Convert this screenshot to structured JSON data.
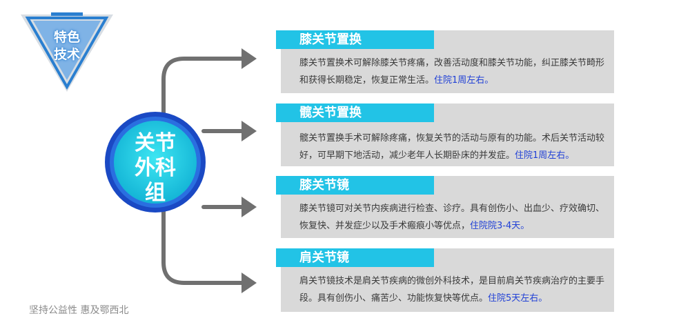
{
  "badge": {
    "line1": "特色",
    "line2": "技术"
  },
  "hub": {
    "line1": "关节",
    "line2": "外科",
    "line3": "组"
  },
  "items": [
    {
      "title": "膝关节置换",
      "desc": "膝关节置换术可解除膝关节疼痛，改善活动度和膝关节功能，纠正膝关节畸形和获得长期稳定，恢复正常生活。",
      "highlight": "住院1周左右。"
    },
    {
      "title": "髋关节置换",
      "desc": "髋关节置换手术可解除疼痛，恢复关节的活动与原有的功能。术后关节活动较好，可早期下地活动，减少老年人长期卧床的并发症。",
      "highlight": "住院1周左右。"
    },
    {
      "title": "膝关节镜",
      "desc": "膝关节镜可对关节内疾病进行检查、诊疗。具有创伤小、出血少、疗效确切、恢复快、并发症少以及手术瘢痕小等优点，",
      "highlight": "住院院3-4天。"
    },
    {
      "title": "肩关节镜",
      "desc": "肩关节镜技术是肩关节疾病的微创外科技术，是目前肩关节疾病治疗的主要手段。具有创伤小、痛苦少、功能恢复快等优点。",
      "highlight": "住院5天左右。"
    }
  ],
  "footer": "坚持公益性  惠及鄂西北",
  "colors": {
    "accent": "#22c3e6",
    "hub_ring": "#1a49c4",
    "card_bg": "#d9d9d9",
    "connector": "#707070",
    "highlight": "#1f3fd6"
  }
}
